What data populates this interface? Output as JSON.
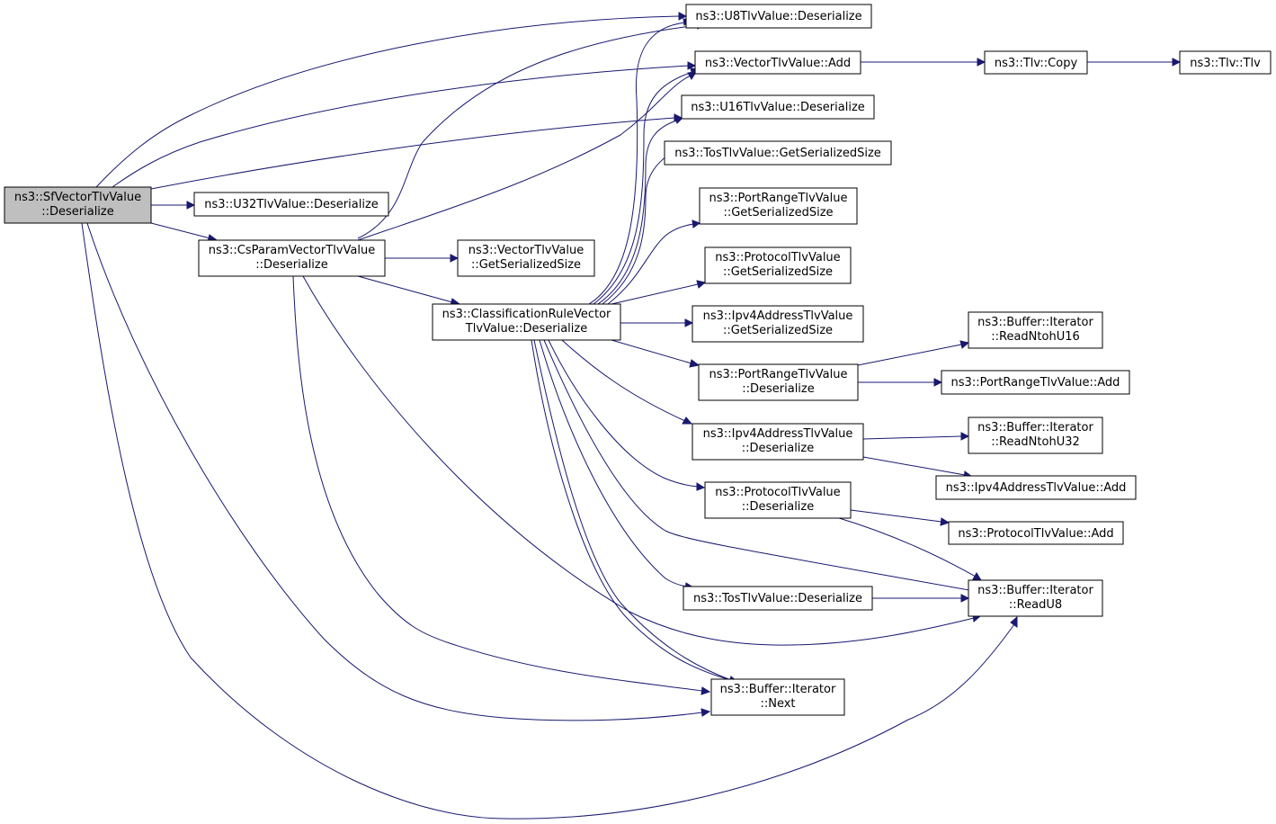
{
  "colors": {
    "edge": "#191970",
    "root_fill": "#bfbfbf",
    "node_fill": "#ffffff",
    "node_border": "#000000"
  },
  "nodes": {
    "root": [
      "ns3::SfVectorTlvValue",
      "::Deserialize"
    ],
    "u8": [
      "ns3::U8TlvValue::Deserialize"
    ],
    "vecadd": [
      "ns3::VectorTlvValue::Add"
    ],
    "tlvcopy": [
      "ns3::Tlv::Copy"
    ],
    "tlvtlv": [
      "ns3::Tlv::Tlv"
    ],
    "u16": [
      "ns3::U16TlvValue::Deserialize"
    ],
    "tosgss": [
      "ns3::TosTlvValue::GetSerializedSize"
    ],
    "u32": [
      "ns3::U32TlvValue::Deserialize"
    ],
    "csparam": [
      "ns3::CsParamVectorTlvValue",
      "::Deserialize"
    ],
    "vecgss": [
      "ns3::VectorTlvValue",
      "::GetSerializedSize"
    ],
    "prgss": [
      "ns3::PortRangeTlvValue",
      "::GetSerializedSize"
    ],
    "protgss": [
      "ns3::ProtocolTlvValue",
      "::GetSerializedSize"
    ],
    "crv": [
      "ns3::ClassificationRuleVector",
      "TlvValue::Deserialize"
    ],
    "ipv4gss": [
      "ns3::Ipv4AddressTlvValue",
      "::GetSerializedSize"
    ],
    "rn16": [
      "ns3::Buffer::Iterator",
      "::ReadNtohU16"
    ],
    "prdes": [
      "ns3::PortRangeTlvValue",
      "::Deserialize"
    ],
    "pradd": [
      "ns3::PortRangeTlvValue::Add"
    ],
    "rn32": [
      "ns3::Buffer::Iterator",
      "::ReadNtohU32"
    ],
    "ipv4des": [
      "ns3::Ipv4AddressTlvValue",
      "::Deserialize"
    ],
    "ipv4add": [
      "ns3::Ipv4AddressTlvValue::Add"
    ],
    "protdes": [
      "ns3::ProtocolTlvValue",
      "::Deserialize"
    ],
    "protadd": [
      "ns3::ProtocolTlvValue::Add"
    ],
    "tosdes": [
      "ns3::TosTlvValue::Deserialize"
    ],
    "readu8": [
      "ns3::Buffer::Iterator",
      "::ReadU8"
    ],
    "next": [
      "ns3::Buffer::Iterator",
      "::Next"
    ]
  }
}
